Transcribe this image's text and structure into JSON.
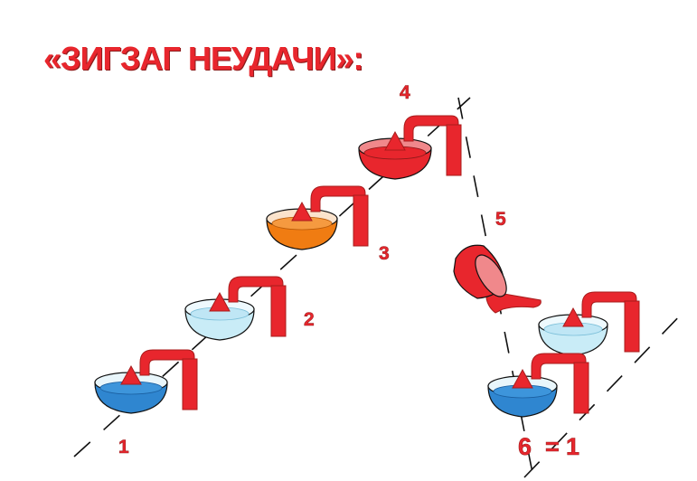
{
  "title": "«ЗИГЗАГ НЕУДАЧИ»:",
  "colors": {
    "accent": "#e8262d",
    "accent_dark": "#a81c1c",
    "outline": "#1a1a1a",
    "water_light": "#c9ecf7",
    "water_mid": "#4aa6dd",
    "water_dark": "#1f78c4",
    "orange": "#f07c12",
    "red_bowl": "#e8262d"
  },
  "stages": [
    {
      "label": "1",
      "state": "blue"
    },
    {
      "label": "2",
      "state": "light-blue"
    },
    {
      "label": "3",
      "state": "orange"
    },
    {
      "label": "4",
      "state": "red"
    },
    {
      "label": "5",
      "state": "spilled"
    },
    {
      "label": "6",
      "state": "light-blue"
    }
  ],
  "equation": {
    "left": "6",
    "sign": "=",
    "right": "1"
  }
}
